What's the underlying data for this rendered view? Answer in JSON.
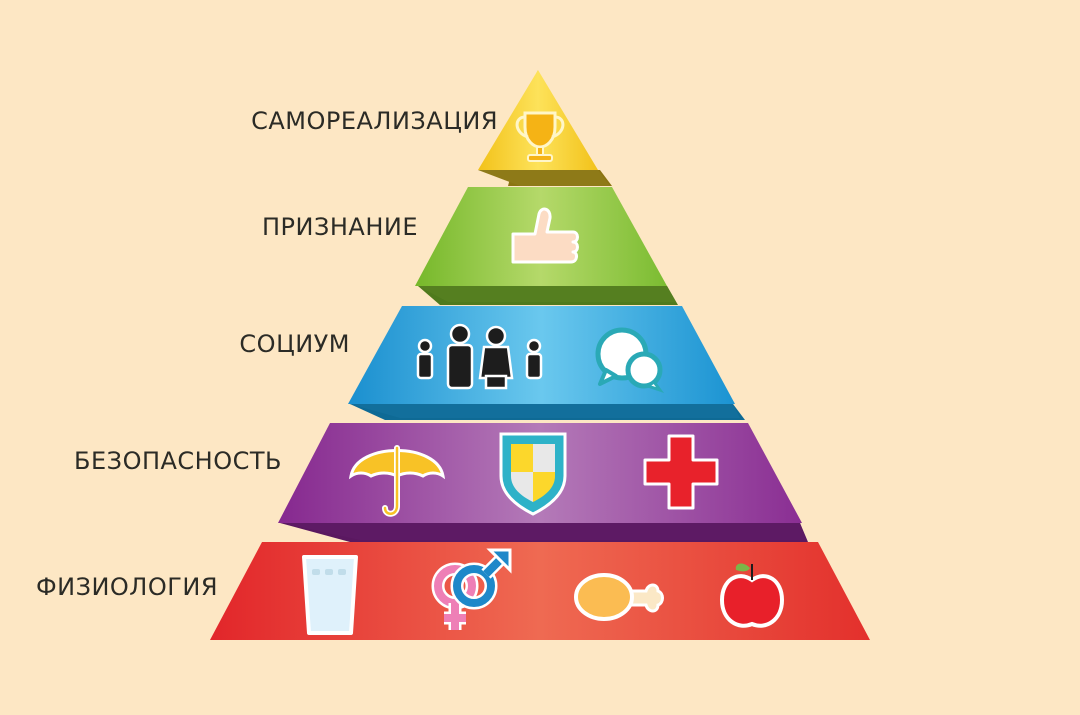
{
  "diagram": {
    "type": "pyramid",
    "background": "#fde7c4",
    "levels": [
      {
        "label": "САМОРЕАЛИЗАЦИЯ",
        "color": "#f6cc2c",
        "icons": [
          "trophy-icon"
        ]
      },
      {
        "label": "ПРИЗНАНИЕ",
        "color": "#8dc63f",
        "icons": [
          "thumbs-up-icon"
        ]
      },
      {
        "label": "СОЦИУМ",
        "color": "#29a8e0",
        "icons": [
          "family-icon",
          "chat-bubbles-icon"
        ]
      },
      {
        "label": "БЕЗОПАСНОСТЬ",
        "color": "#9b4ea6",
        "icons": [
          "umbrella-icon",
          "shield-icon",
          "medical-cross-icon"
        ]
      },
      {
        "label": "ФИЗИОЛОГИЯ",
        "color": "#e8413a",
        "icons": [
          "water-glass-icon",
          "gender-symbols-icon",
          "chicken-leg-icon",
          "apple-icon"
        ]
      }
    ]
  }
}
